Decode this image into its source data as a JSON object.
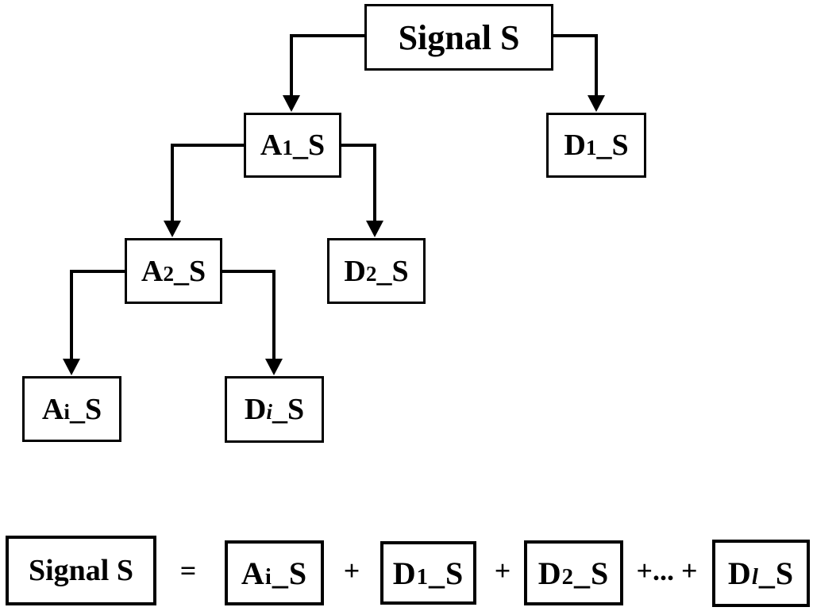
{
  "diagram": {
    "background_color": "#ffffff",
    "line_color": "#000000",
    "tree": {
      "nodes": [
        {
          "id": "signal",
          "label": "Signal S"
        },
        {
          "id": "a1",
          "prefix": "A",
          "sub": "1",
          "suffix": "_S"
        },
        {
          "id": "d1",
          "prefix": "D",
          "sub": "1",
          "suffix": "_S"
        },
        {
          "id": "a2",
          "prefix": "A",
          "sub": "2",
          "suffix": "_S"
        },
        {
          "id": "d2",
          "prefix": "D",
          "sub": "2",
          "suffix": "_S"
        },
        {
          "id": "ai",
          "prefix": "A",
          "sub": "i",
          "suffix": "_S"
        },
        {
          "id": "di",
          "prefix": "D",
          "sub": "i",
          "suffix": "_S"
        }
      ],
      "edges": [
        "signal->a1",
        "signal->d1",
        "a1->a2",
        "a1->d2",
        "a2->ai",
        "a2->di"
      ]
    },
    "equation": {
      "lhs": "Signal S",
      "equals_sign": "=",
      "operators": [
        "+",
        "+",
        "+... +"
      ],
      "terms": [
        {
          "prefix": "A",
          "sub": "i",
          "suffix": "_S"
        },
        {
          "prefix": "D",
          "sub": "1",
          "suffix": "_S"
        },
        {
          "prefix": "D",
          "sub": "2",
          "suffix": "_S"
        },
        {
          "prefix": "D",
          "sub": "l",
          "suffix": "_S"
        }
      ]
    }
  }
}
